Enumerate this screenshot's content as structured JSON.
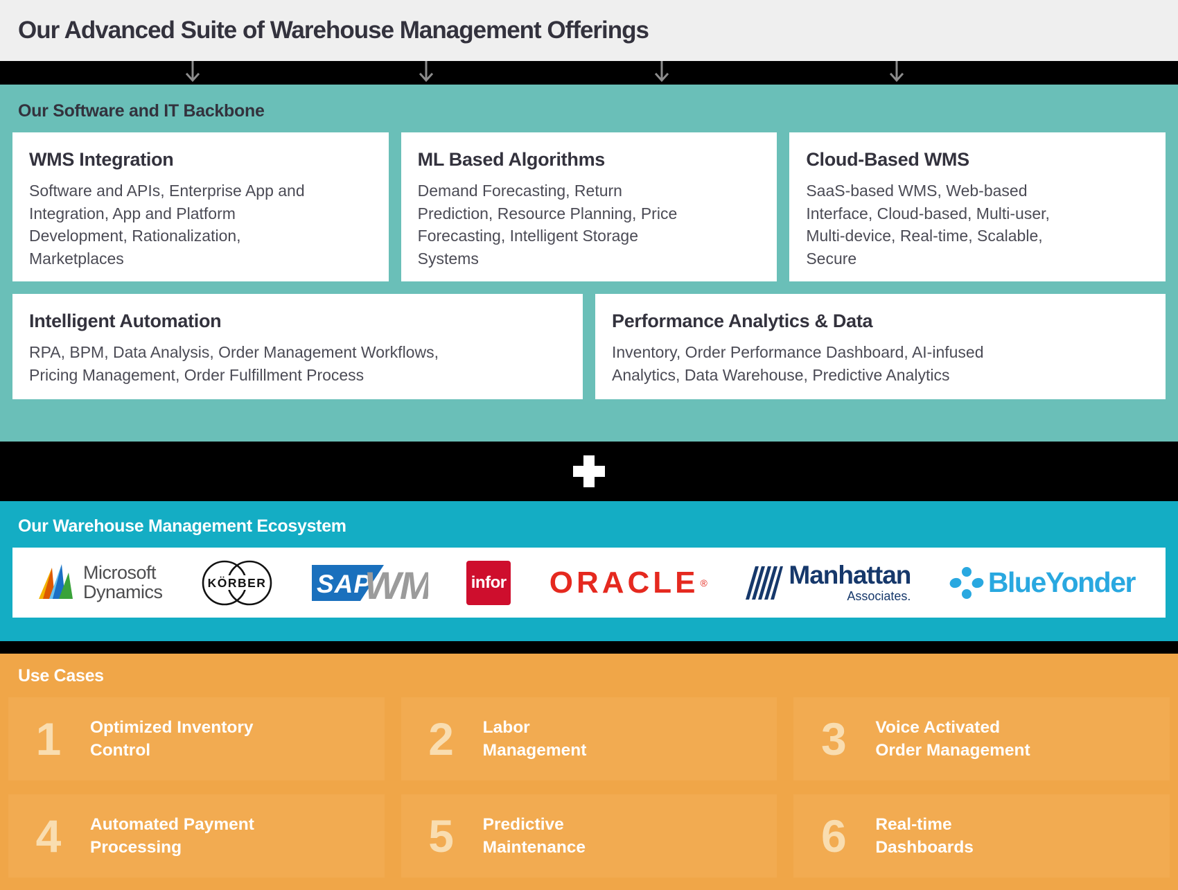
{
  "header": {
    "title": "Our Advanced Suite of Warehouse Management Offerings"
  },
  "backbone": {
    "title": "Our Software and IT Backbone",
    "cards": [
      {
        "title": "WMS Integration",
        "body": "Software and APIs, Enterprise App and\nIntegration, App and Platform\nDevelopment, Rationalization,\nMarketplaces"
      },
      {
        "title": "ML Based Algorithms",
        "body": "Demand Forecasting, Return\nPrediction, Resource Planning, Price\nForecasting, Intelligent Storage\nSystems"
      },
      {
        "title": "Cloud-Based WMS",
        "body": "SaaS-based WMS, Web-based\nInterface, Cloud-based, Multi-user,\nMulti-device, Real-time, Scalable,\nSecure"
      },
      {
        "title": "Intelligent Automation",
        "body": "RPA, BPM, Data Analysis, Order Management Workflows,\nPricing Management, Order Fulfillment Process"
      },
      {
        "title": "Performance Analytics & Data",
        "body": "Inventory, Order Performance Dashboard, AI-infused\nAnalytics, Data Warehouse, Predictive Analytics"
      }
    ]
  },
  "plus_divider": {
    "symbol": "plus"
  },
  "ecosystem": {
    "title": "Our Warehouse Management Ecosystem",
    "logos": {
      "microsoft_dynamics": {
        "name": "Microsoft Dynamics",
        "line1": "Microsoft",
        "line2": "Dynamics"
      },
      "korber": {
        "name": "Körber",
        "text": "KÖRBER"
      },
      "sap_wm": {
        "name": "SAP WM",
        "sap": "SAP",
        "wm": "WM"
      },
      "infor": {
        "name": "Infor",
        "text": "infor"
      },
      "oracle": {
        "name": "Oracle",
        "text": "ORACLE",
        "registered": "®"
      },
      "manhattan": {
        "name": "Manhattan Associates",
        "line1": "Manhattan",
        "line2": "Associates."
      },
      "blueyonder": {
        "name": "Blue Yonder",
        "text": "BlueYonder"
      }
    }
  },
  "use_cases": {
    "title": "Use Cases",
    "items": [
      {
        "number": "1",
        "label": "Optimized Inventory\nControl"
      },
      {
        "number": "2",
        "label": "Labor\nManagement"
      },
      {
        "number": "3",
        "label": "Voice Activated\nOrder Management"
      },
      {
        "number": "4",
        "label": "Automated Payment\nProcessing"
      },
      {
        "number": "5",
        "label": "Predictive\nMaintenance"
      },
      {
        "number": "6",
        "label": "Real-time\nDashboards"
      }
    ]
  },
  "icons": {
    "down_arrow": "down-arrow",
    "plus": "plus"
  },
  "colors": {
    "header_bg": "#efefef",
    "heading_text": "#33323d",
    "body_text": "#4b4b55",
    "teal": "#6abfb8",
    "cyan": "#14adc4",
    "orange": "#f0a648",
    "orange_card": "#f2ab51",
    "number_cream": "#f9ddb0",
    "band_black": "#000000",
    "arrow_gray": "#8c8c8c",
    "sap_blue": "#1a70bd",
    "infor_red": "#ce0e2d",
    "oracle_red": "#e5291f",
    "manhattan_navy": "#16386b",
    "blueyonder_blue": "#29a8e0"
  }
}
